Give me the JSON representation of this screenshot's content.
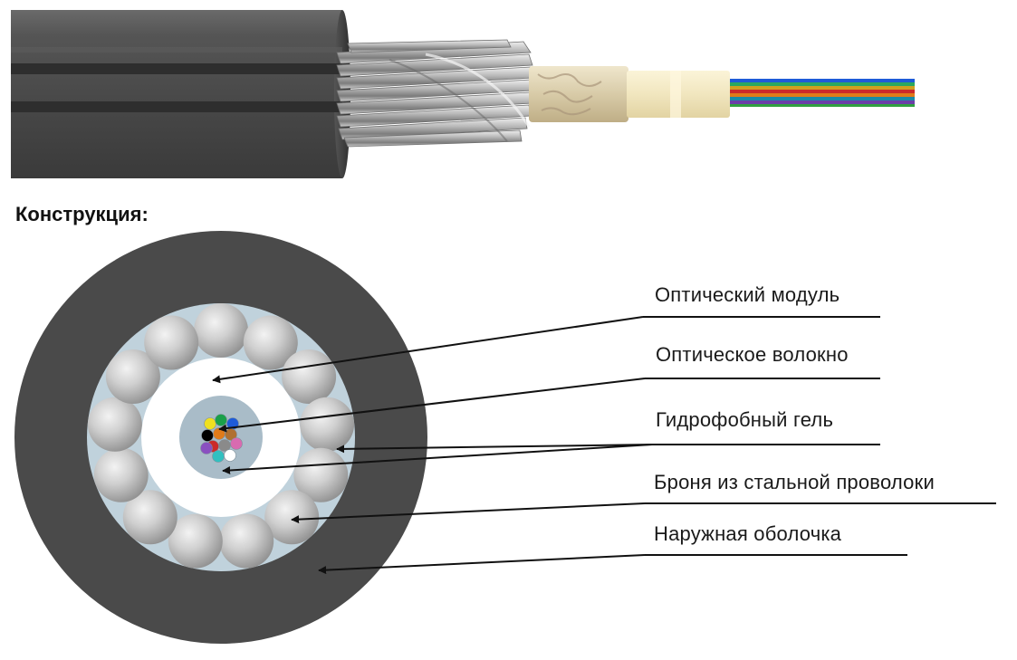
{
  "heading": "Конструкция:",
  "labels": {
    "optical_module": "Оптический модуль",
    "optical_fiber": "Оптическое волокно",
    "hydrophobic_gel": "Гидрофобный гель",
    "steel_wire_armor": "Броня из стальной проволоки",
    "outer_sheath": "Наружная оболочка"
  },
  "colors": {
    "sheath": "#4a4a4a",
    "armor_bed": "#c0d2dc",
    "module": "#ffffff",
    "gel_core": "#a9bcc8",
    "leader_line": "#111111"
  },
  "fiber_colors": [
    "#f0e020",
    "#1aa04a",
    "#1e5bd8",
    "#000000",
    "#e07b1a",
    "#b07030",
    "#cc2a2a",
    "#8a8a8a",
    "#d86bb0",
    "#30c0c0",
    "#ffffff",
    "#8a50c0"
  ]
}
